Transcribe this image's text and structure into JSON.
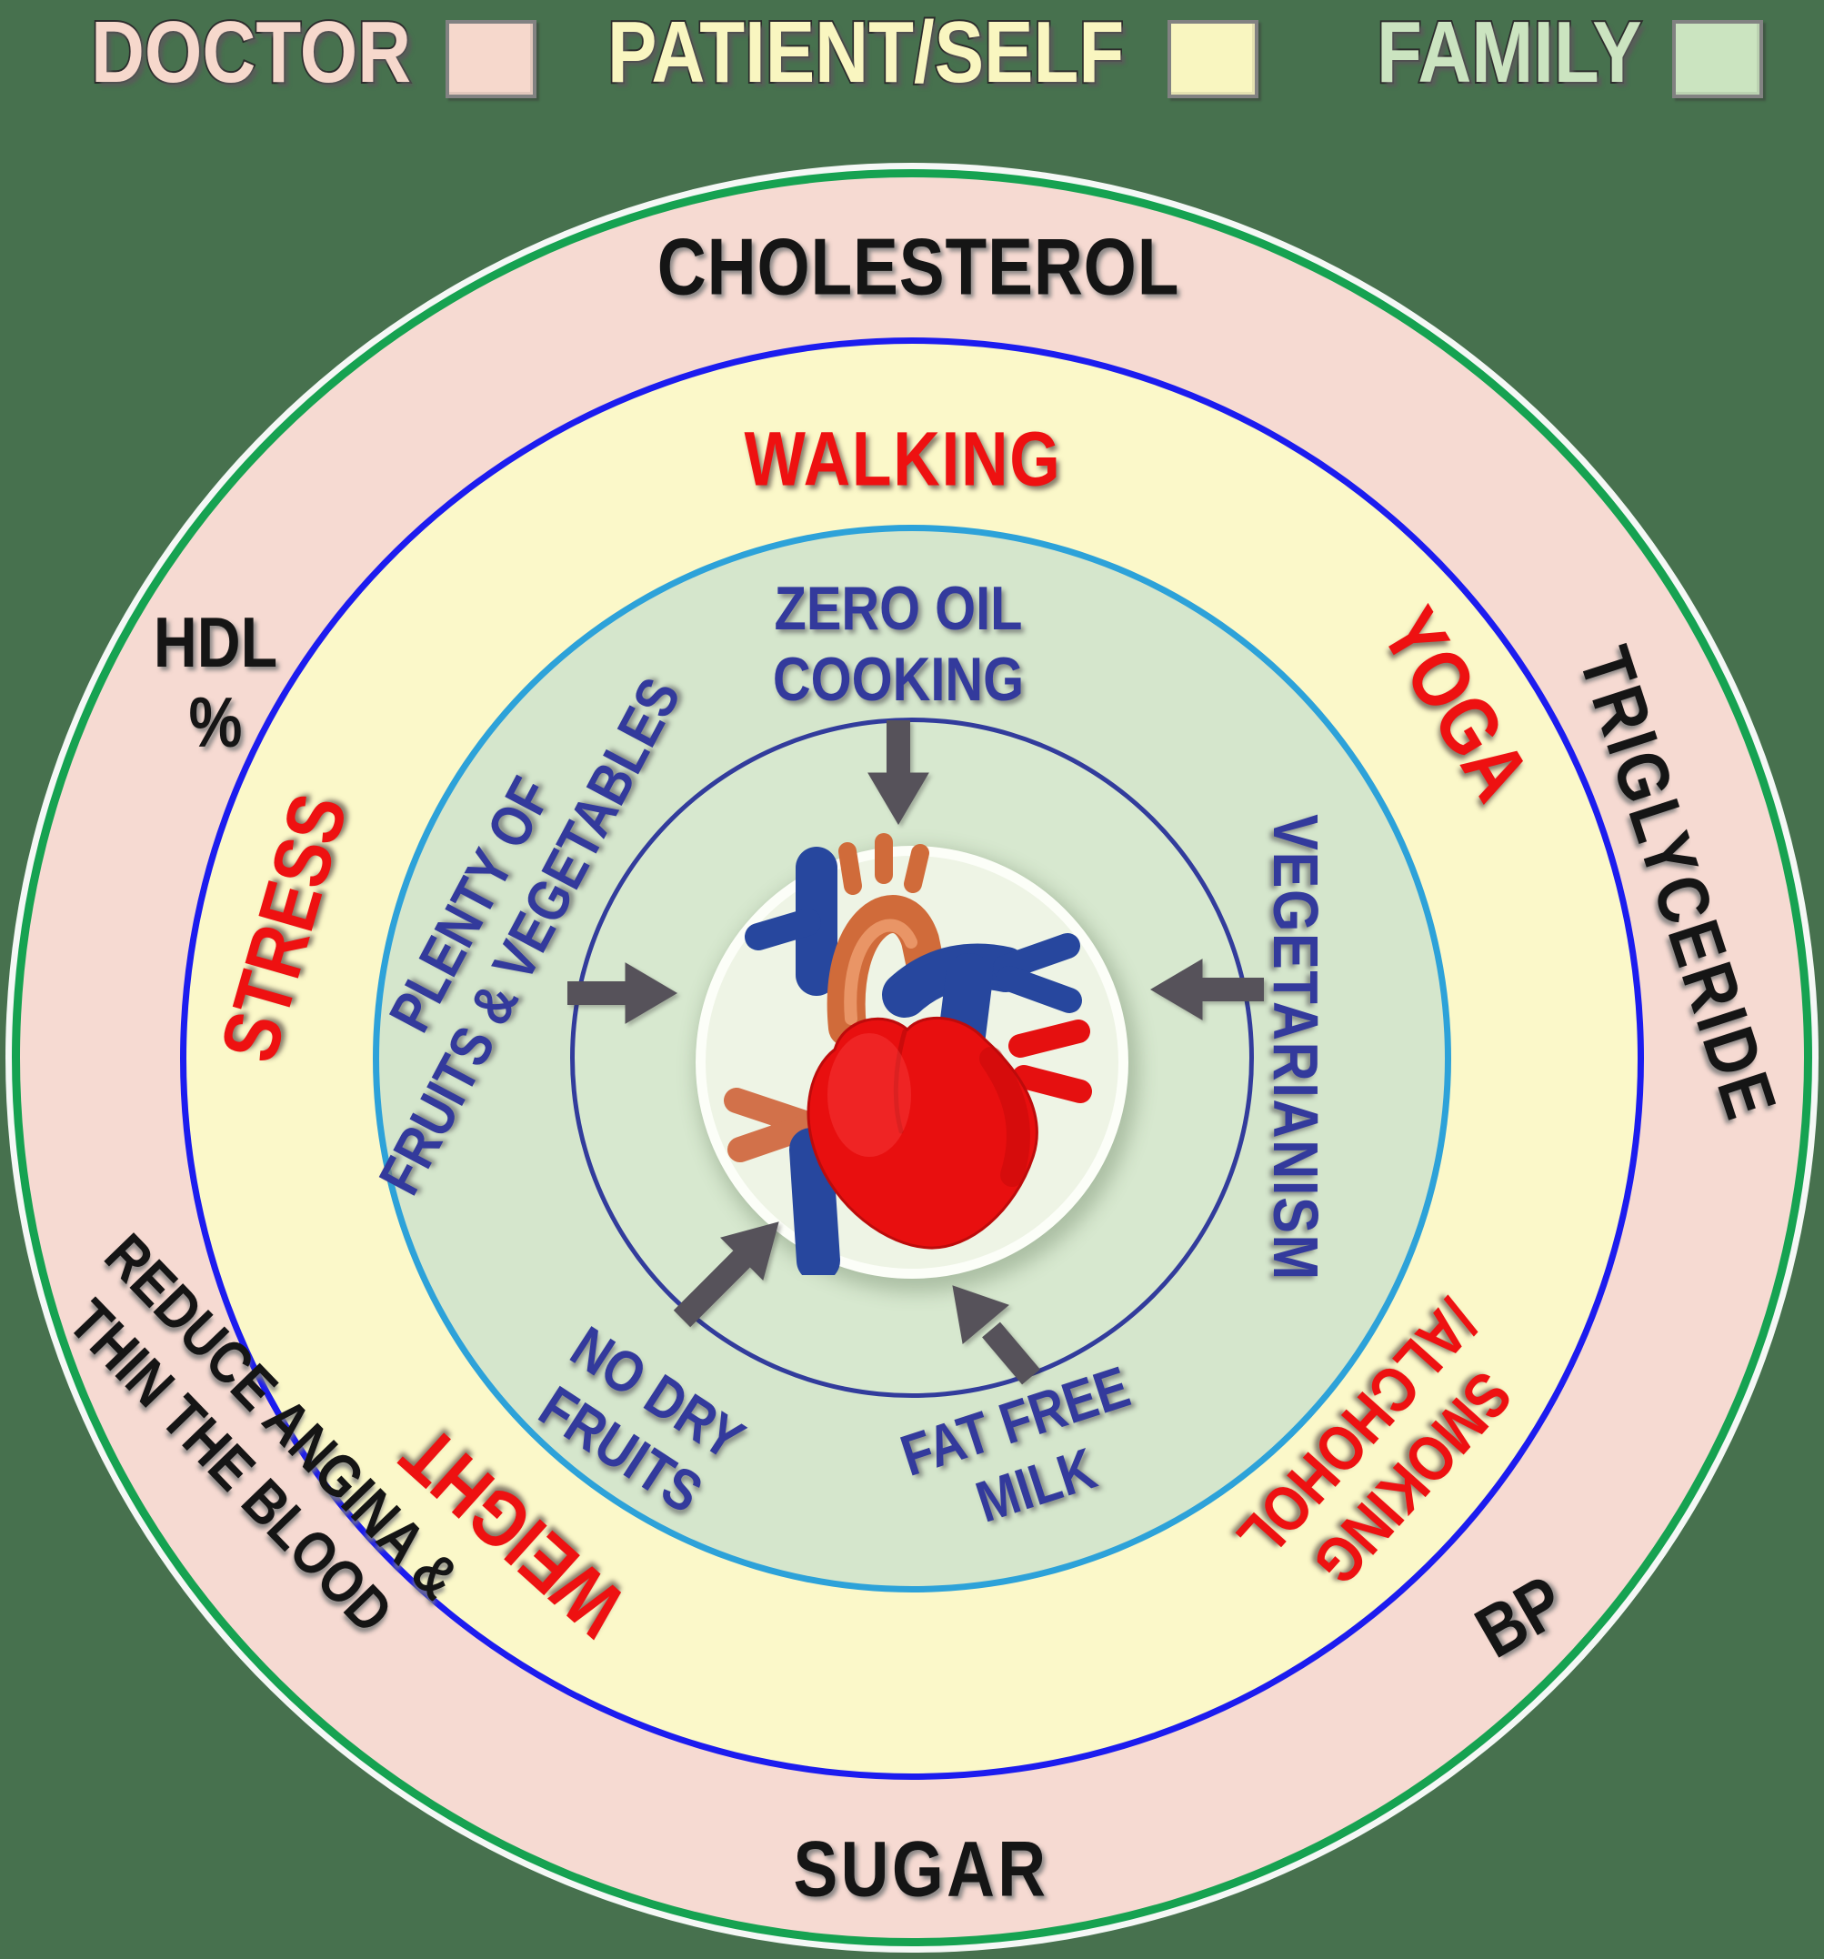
{
  "legend": {
    "items": [
      {
        "label": "DOCTOR",
        "color": "#f6d8cc"
      },
      {
        "label": "PATIENT/SELF",
        "color": "#f9f6c0"
      },
      {
        "label": "FAMILY",
        "color": "#cbe4c0"
      }
    ]
  },
  "rings": [
    {
      "owner": "DOCTOR",
      "color": "#f6dad2",
      "border": "#16a251",
      "items": [
        "CHOLESTEROL",
        "HDL %",
        "TRIGLYCERIDE",
        "REDUCE ANGINA & THIN THE BLOOD",
        "SUGAR",
        "BP"
      ]
    },
    {
      "owner": "PATIENT/SELF",
      "color": "#fbf8c9",
      "border": "#1c1cef",
      "items": [
        "WALKING",
        "STRESS",
        "YOGA",
        "WEIGHT",
        "SMOKING /ALCHOHOL"
      ]
    },
    {
      "owner": "FAMILY",
      "color": "#d5e6cc",
      "border": "#2da2d9",
      "items": [
        "ZERO OIL COOKING",
        "PLENTY OF FRUITS & VEGETABLES",
        "VEGETARIANISM",
        "NO DRY FRUITS",
        "FAT FREE MILK"
      ]
    }
  ],
  "labels": {
    "cholesterol": {
      "text": "CHOLESTEROL"
    },
    "hdl": {
      "line1": "HDL",
      "line2": "%"
    },
    "triglyceride": {
      "text": "TRIGLYCERIDE"
    },
    "reduce_angina": {
      "line1": "REDUCE ANGINA &",
      "line2": "THIN THE BLOOD"
    },
    "sugar": {
      "text": "SUGAR"
    },
    "bp": {
      "text": "BP"
    },
    "walking": {
      "text": "WALKING"
    },
    "stress": {
      "text": "STRESS"
    },
    "yoga": {
      "text": "YOGA"
    },
    "weight": {
      "text": "WEIGHT"
    },
    "smoking_alcohol": {
      "line1": "SMOKING",
      "line2": "/ALCHOHOL"
    },
    "zero_oil": {
      "line1": "ZERO OIL",
      "line2": "COOKING"
    },
    "plenty": {
      "line1": "PLENTY OF",
      "line2": "FRUITS & VEGETABLES"
    },
    "vegetarianism": {
      "text": "VEGETARIANISM"
    },
    "no_dry": {
      "line1": "NO DRY",
      "line2": "FRUITS"
    },
    "fat_free": {
      "line1": "FAT FREE",
      "line2": "MILK"
    }
  },
  "icons": {
    "center": "anatomical-heart-icon",
    "arrows": [
      "arrow-down-icon",
      "arrow-right-icon",
      "arrow-left-icon",
      "arrow-up-right-icon",
      "arrow-up-left-icon"
    ]
  },
  "colors": {
    "background": "#47714e",
    "doctor_ring": "#f6dad2",
    "patient_ring": "#fbf8c9",
    "family_ring": "#d5e6cc",
    "outer_border_green": "#16a251",
    "blue_border": "#1c1cef",
    "cyan_border": "#2da2d9",
    "navy_border": "#323c9c",
    "navy_text": "#333a9c",
    "red_text": "#ee1111",
    "black_text": "#151515",
    "arrow_gray": "#56525a"
  }
}
